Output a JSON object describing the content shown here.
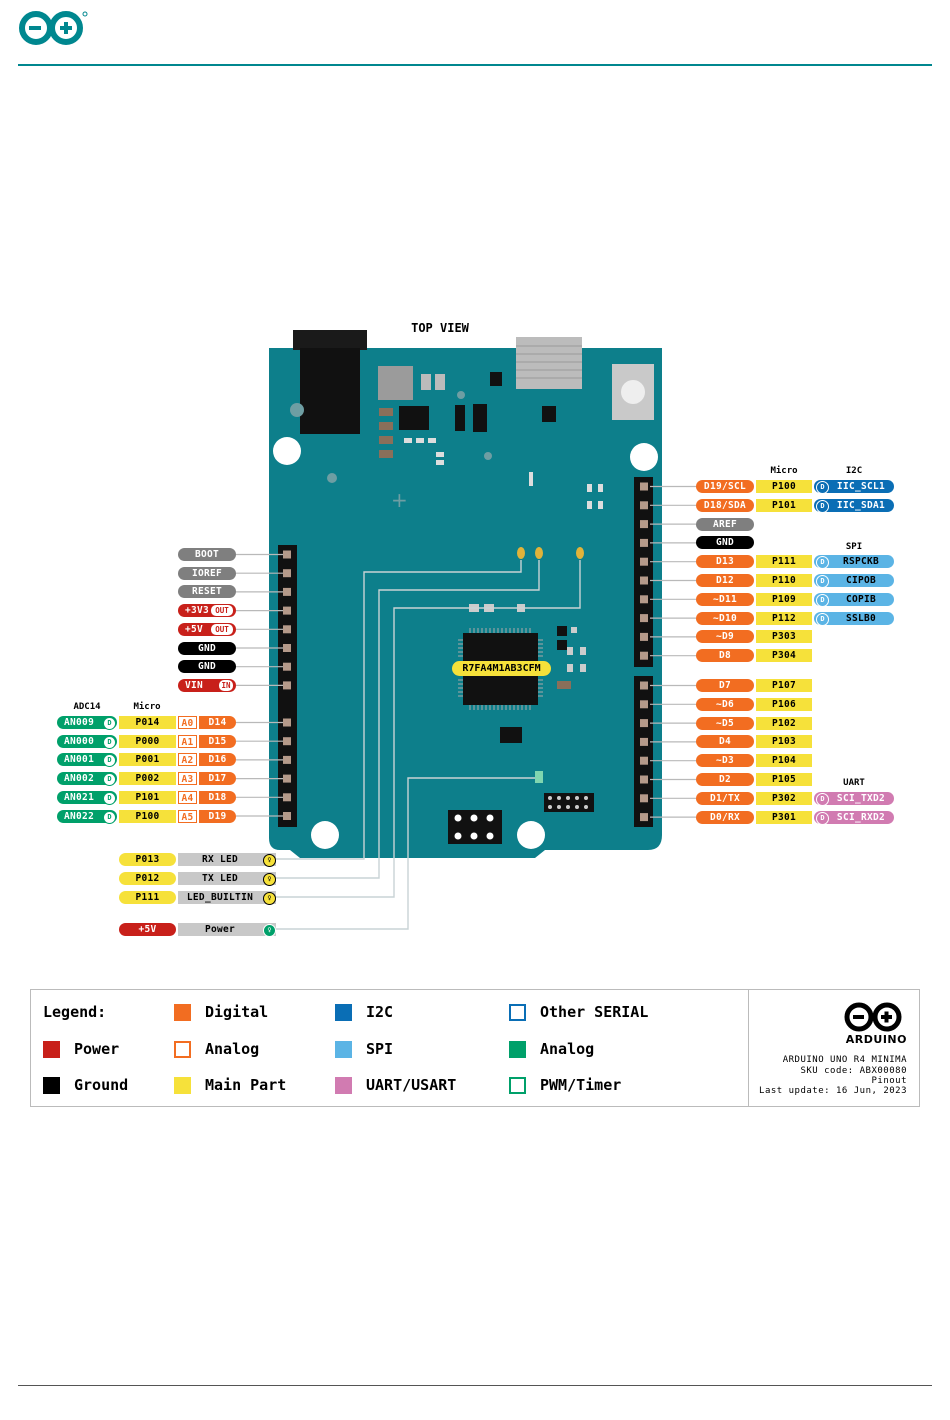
{
  "header": {
    "logo": "arduino-logo"
  },
  "title": "TOP VIEW",
  "chip": "R7FA4M1AB3CFM",
  "right_headers": {
    "micro": "Micro",
    "i2c": "I2C",
    "spi": "SPI",
    "uart": "UART"
  },
  "left_headers": {
    "adc": "ADC14",
    "micro": "Micro"
  },
  "colors": {
    "digital": "#f26d21",
    "power": "#c8201a",
    "ground": "#000000",
    "main_part": "#f6e13a",
    "i2c": "#0a6eb5",
    "spi": "#5bb4e5",
    "uart": "#d17bb1",
    "analog": "#00a06a",
    "board": "#0d7f8b"
  },
  "left_power": [
    {
      "label": "BOOT",
      "style": "gray"
    },
    {
      "label": "IOREF",
      "style": "gray"
    },
    {
      "label": "RESET",
      "style": "gray"
    },
    {
      "label": "+3V3",
      "style": "red",
      "tag": "OUT"
    },
    {
      "label": "+5V",
      "style": "red",
      "tag": "OUT"
    },
    {
      "label": "GND",
      "style": "black"
    },
    {
      "label": "GND",
      "style": "black"
    },
    {
      "label": "VIN",
      "style": "red",
      "tag": "IN"
    }
  ],
  "left_analog": [
    {
      "adc": "AN009",
      "micro": "P014",
      "a": "A0",
      "d": "D14"
    },
    {
      "adc": "AN000",
      "micro": "P000",
      "a": "A1",
      "d": "D15"
    },
    {
      "adc": "AN001",
      "micro": "P001",
      "a": "A2",
      "d": "D16"
    },
    {
      "adc": "AN002",
      "micro": "P002",
      "a": "A3",
      "d": "D17"
    },
    {
      "adc": "AN021",
      "micro": "P101",
      "a": "A4",
      "d": "D18"
    },
    {
      "adc": "AN022",
      "micro": "P100",
      "a": "A5",
      "d": "D19"
    }
  ],
  "right_top": [
    {
      "d": "D19/SCL",
      "micro": "P100",
      "extra": "IIC_SCL1",
      "extra_style": "blue"
    },
    {
      "d": "D18/SDA",
      "micro": "P101",
      "extra": "IIC_SDA1",
      "extra_style": "blue"
    },
    {
      "d": "AREF",
      "style": "gray"
    },
    {
      "d": "GND",
      "style": "black"
    },
    {
      "d": "D13",
      "micro": "P111",
      "extra": "RSPCKB",
      "extra_style": "lblue"
    },
    {
      "d": "D12",
      "micro": "P110",
      "extra": "CIPOB",
      "extra_style": "lblue"
    },
    {
      "d": "~D11",
      "micro": "P109",
      "extra": "COPIB",
      "extra_style": "lblue"
    },
    {
      "d": "~D10",
      "micro": "P112",
      "extra": "SSLB0",
      "extra_style": "lblue"
    },
    {
      "d": "~D9",
      "micro": "P303"
    },
    {
      "d": "D8",
      "micro": "P304"
    }
  ],
  "right_bottom": [
    {
      "d": "D7",
      "micro": "P107"
    },
    {
      "d": "~D6",
      "micro": "P106"
    },
    {
      "d": "~D5",
      "micro": "P102"
    },
    {
      "d": "D4",
      "micro": "P103"
    },
    {
      "d": "~D3",
      "micro": "P104"
    },
    {
      "d": "D2",
      "micro": "P105"
    },
    {
      "d": "D1/TX",
      "micro": "P302",
      "extra": "SCI_TXD2",
      "extra_style": "pink"
    },
    {
      "d": "D0/RX",
      "micro": "P301",
      "extra": "SCI_RXD2",
      "extra_style": "pink"
    }
  ],
  "leds": [
    {
      "micro": "P013",
      "name": "RX LED"
    },
    {
      "micro": "P012",
      "name": "TX LED"
    },
    {
      "micro": "P111",
      "name": "LED_BUILTIN"
    }
  ],
  "power_led": {
    "supply": "+5V",
    "name": "Power"
  },
  "legend": {
    "title": "Legend:",
    "items": [
      {
        "label": "Power",
        "color": "#c8201a",
        "fill": true
      },
      {
        "label": "Ground",
        "color": "#000000",
        "fill": true
      },
      {
        "label": "Digital",
        "color": "#f26d21",
        "fill": true
      },
      {
        "label": "Analog",
        "color": "#f26d21",
        "fill": false
      },
      {
        "label": "Main Part",
        "color": "#f6e13a",
        "fill": true
      },
      {
        "label": "I2C",
        "color": "#0a6eb5",
        "fill": true
      },
      {
        "label": "SPI",
        "color": "#5bb4e5",
        "fill": true
      },
      {
        "label": "UART/USART",
        "color": "#d17bb1",
        "fill": true
      },
      {
        "label": "Other SERIAL",
        "color": "#0a6eb5",
        "fill": false
      },
      {
        "label": "Analog",
        "color": "#00a06a",
        "fill": true
      },
      {
        "label": "PWM/Timer",
        "color": "#00a06a",
        "fill": false
      }
    ]
  },
  "info": {
    "brand": "ARDUINO",
    "product": "ARDUINO UNO R4 MINIMA",
    "sku": "SKU code: ABX00080",
    "doc": "Pinout",
    "updated": "Last update: 16 Jun, 2023"
  }
}
